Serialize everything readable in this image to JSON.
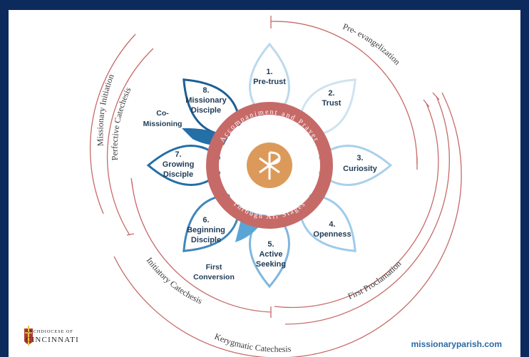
{
  "stages": [
    {
      "number": "1.",
      "label": "Pre-trust",
      "color": "#ffffff",
      "stroke": "#bcd9ec"
    },
    {
      "number": "2.",
      "label": "Trust",
      "color": "#ffffff",
      "stroke": "#cfe3f1"
    },
    {
      "number": "3.",
      "label": "Curiosity",
      "color": "#ffffff",
      "stroke": "#a9d0ea"
    },
    {
      "number": "4.",
      "label": "Openness",
      "color": "#ffffff",
      "stroke": "#9ecbea"
    },
    {
      "number": "5.",
      "label": "Active Seeking",
      "color": "#ffffff",
      "stroke": "#7fb6dd"
    },
    {
      "number": "6.",
      "label": "Beginning Disciple",
      "color": "#ffffff",
      "stroke": "#3f86bb"
    },
    {
      "number": "7.",
      "label": "Growing Disciple",
      "color": "#ffffff",
      "stroke": "#236fa6"
    },
    {
      "number": "8.",
      "label": "Missionary Disciple",
      "color": "#ffffff",
      "stroke": "#1d5f94"
    }
  ],
  "conversion_points": {
    "first": "First Conversion",
    "co_missioning": "Co-Missioning"
  },
  "ring": {
    "top_text": "Accompaniment and Prayer",
    "bottom_text": "Through All Stages",
    "color": "#c66a68"
  },
  "outer_arcs": {
    "pre_evangelization": "Pre- evangelization",
    "first_proclamation": "First Proclamation",
    "kerygmatic_catechesis": "Kerygmatic Catechesis",
    "initiatory_catechesis": "Initiatory Catechesis",
    "missionary_initiation": "Missionary Initiation",
    "perfective_catechesis": "Perfective Catechesis"
  },
  "footer": {
    "org_line1": "ARCHDIOCESE OF",
    "org_line2": "CINCINNATI",
    "website": "missionaryparish.com"
  },
  "colors": {
    "background": "#0d2a5c",
    "arc": "#c66a68",
    "center": "#dc9a5a"
  }
}
